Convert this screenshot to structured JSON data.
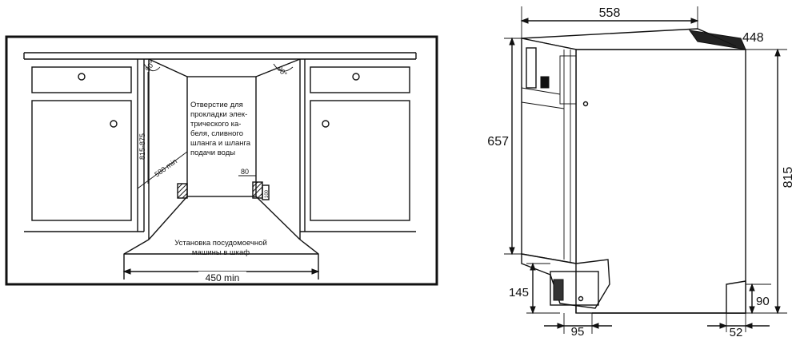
{
  "left_figure": {
    "note_opening": [
      "Отверстие для",
      "прокладки элек-",
      "трического ка-",
      "беля, сливного",
      "шланга и шланга",
      "подачи воды"
    ],
    "note_install": [
      "Установка посудомоечной",
      "машины в шкаф"
    ],
    "dim_width": "450 min",
    "dim_height": "815-875",
    "dim_depth": "580 min",
    "angle_left": "90°",
    "angle_right": "90°",
    "dim_80": "80",
    "dim_100": "100"
  },
  "right_figure": {
    "dim_width": "558",
    "dim_depth": "448",
    "dim_body": "657",
    "dim_total_height": "815",
    "dim_base": "145",
    "dim_foot": "95",
    "dim_rear_h": "90",
    "dim_rear_w": "52"
  }
}
